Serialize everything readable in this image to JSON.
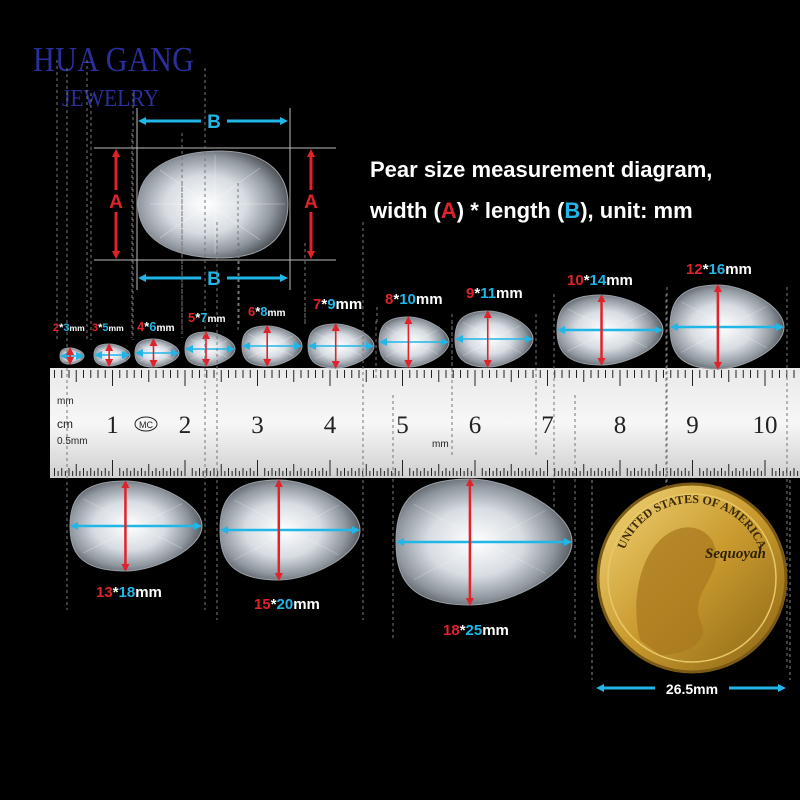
{
  "brand": {
    "line1": "HUA GANG",
    "line2": "JEWELRY"
  },
  "title": {
    "line1": "Pear size measurement diagram,",
    "line2_prefix": "width (",
    "width_letter": "A",
    "line2_mid": ") * length (",
    "length_letter": "B",
    "line2_suffix": "), unit: mm"
  },
  "diagram": {
    "width_label": "A",
    "length_label": "B"
  },
  "sizes": [
    {
      "w": "2",
      "l": "3",
      "unit": "mm"
    },
    {
      "w": "3",
      "l": "5",
      "unit": "mm"
    },
    {
      "w": "4",
      "l": "6",
      "unit": "mm"
    },
    {
      "w": "5",
      "l": "7",
      "unit": "mm"
    },
    {
      "w": "6",
      "l": "8",
      "unit": "mm"
    },
    {
      "w": "7",
      "l": "9",
      "unit": "mm"
    },
    {
      "w": "8",
      "l": "10",
      "unit": "mm"
    },
    {
      "w": "9",
      "l": "11",
      "unit": "mm"
    },
    {
      "w": "10",
      "l": "14",
      "unit": "mm"
    },
    {
      "w": "12",
      "l": "16",
      "unit": "mm"
    },
    {
      "w": "13",
      "l": "18",
      "unit": "mm"
    },
    {
      "w": "15",
      "l": "20",
      "unit": "mm"
    },
    {
      "w": "18",
      "l": "25",
      "unit": "mm"
    }
  ],
  "ruler": {
    "numbers": [
      "1",
      "2",
      "3",
      "4",
      "5",
      "6",
      "7",
      "8",
      "9",
      "10"
    ],
    "mm_label": "mm",
    "cm_label": "cm",
    "half_mm_label": "0.5mm",
    "mid_mm_label": "mm",
    "mark": "MC"
  },
  "coin": {
    "diameter_label": "26.5mm",
    "top_text": "UNITED STATES OF AMERICA",
    "name": "Sequoyah"
  },
  "colors": {
    "width": "#e0232a",
    "length": "#21b6e8",
    "brand": "#2b2f9c"
  }
}
